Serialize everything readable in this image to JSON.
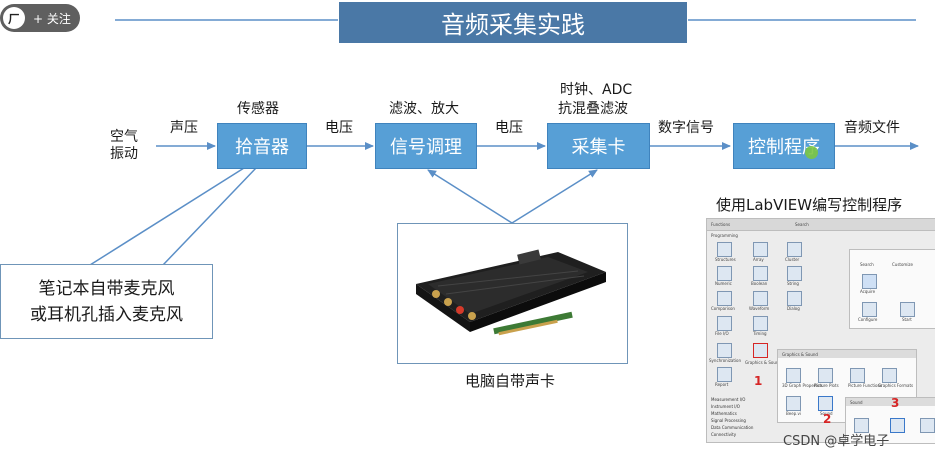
{
  "overlay": {
    "follow_label": "+ 关注",
    "avatar_glyph": "ㄏ"
  },
  "title": "音频采集实践",
  "blocks": {
    "pickup": "拾音器",
    "conditioning": "信号调理",
    "daq": "采集卡",
    "program": "控制程序"
  },
  "labels": {
    "air_vibration_line1": "空气",
    "air_vibration_line2": "振动",
    "sound_pressure": "声压",
    "sensor": "传感器",
    "voltage_1": "电压",
    "filter_amplify": "滤波、放大",
    "voltage_2": "电压",
    "clock_adc": "时钟、ADC",
    "antialias": "抗混叠滤波",
    "digital_signal": "数字信号",
    "audio_file": "音频文件"
  },
  "note": {
    "line1": "笔记本自带麦克风",
    "line2": "或耳机孔插入麦克风"
  },
  "sound_card_caption": "电脑自带声卡",
  "labview": {
    "caption": "使用LabVIEW编写控制程序",
    "palette_title": "Functions",
    "search_label": "Search",
    "customize_label": "Customize",
    "section_label": "Programming",
    "sub_panel_title": "Graphics & Sound",
    "sound_panel_title": "Sound",
    "icons": [
      "Structures",
      "Array",
      "Cluster",
      "Numeric",
      "Boolean",
      "String",
      "Comparison",
      "Waveform",
      "Dialog",
      "File I/O",
      "Timing",
      "Report",
      "Synchronization",
      "Graphics & Sound"
    ],
    "list_items": [
      "Measurement I/O",
      "Instrument I/O",
      "Mathematics",
      "Signal Processing",
      "Data Communication",
      "Connectivity"
    ],
    "sub_icons": [
      "3D Graph Properties",
      "Picture Plots",
      "Picture Functions",
      "Graphics Formats",
      "Beep.vi",
      "Sound"
    ],
    "right_icons": [
      "Acquire",
      "Configure",
      "Start"
    ],
    "markers": [
      "1",
      "2",
      "3"
    ]
  },
  "watermark": "CSDN @卓学电子",
  "colors": {
    "block_fill": "#579fd6",
    "title_fill": "#4a78a6",
    "line": "#5b8fc7",
    "frame": "#6f95b8",
    "marker": "#d62626"
  }
}
